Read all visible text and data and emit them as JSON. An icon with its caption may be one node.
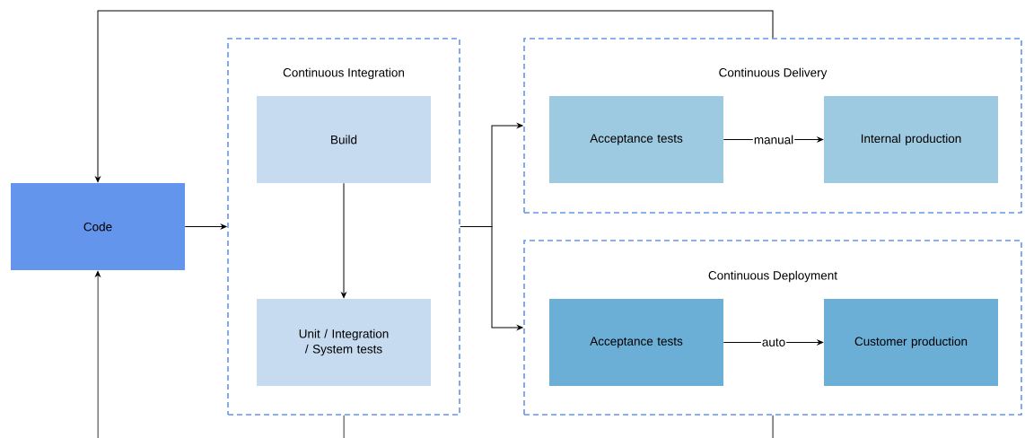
{
  "diagram": {
    "nodes": [
      {
        "text": [
          "Code"
        ]
      },
      {
        "text": [
          "Continuous Integration"
        ]
      },
      {
        "text": [
          "Build"
        ],
        "in": 1
      },
      {
        "text": [
          "Unit / Integration / System tests"
        ],
        "in": 1
      },
      {
        "text": [
          "Continuous Delivery"
        ]
      },
      {
        "text": [
          "Acceptance tests"
        ],
        "in": 4
      },
      {
        "text": [
          "Internal production"
        ],
        "in": 4
      },
      {
        "text": [
          "Continuous Deployment"
        ]
      },
      {
        "text": [
          "Acceptance tests"
        ],
        "in": 7
      },
      {
        "text": [
          "Customer production"
        ],
        "in": 7
      }
    ],
    "edges": [
      {
        "from": 4,
        "to": 0,
        "arrow": "to"
      },
      {
        "from": 0,
        "to": 1,
        "arrow": "to"
      },
      {
        "from": 2,
        "to": 3,
        "arrow": "to"
      },
      {
        "from": 1,
        "to": 4,
        "arrow": "to"
      },
      {
        "from": 1,
        "to": 7,
        "arrow": "to"
      },
      {
        "from": 5,
        "to": 6,
        "label": "manual",
        "arrow": "to"
      },
      {
        "from": 8,
        "to": 9,
        "label": "auto",
        "arrow": "to"
      },
      {
        "from": null,
        "to": 0,
        "arrow": "to"
      },
      {
        "from": 1,
        "to": null,
        "arrow": "none"
      },
      {
        "from": 7,
        "to": null,
        "arrow": "none"
      }
    ]
  }
}
